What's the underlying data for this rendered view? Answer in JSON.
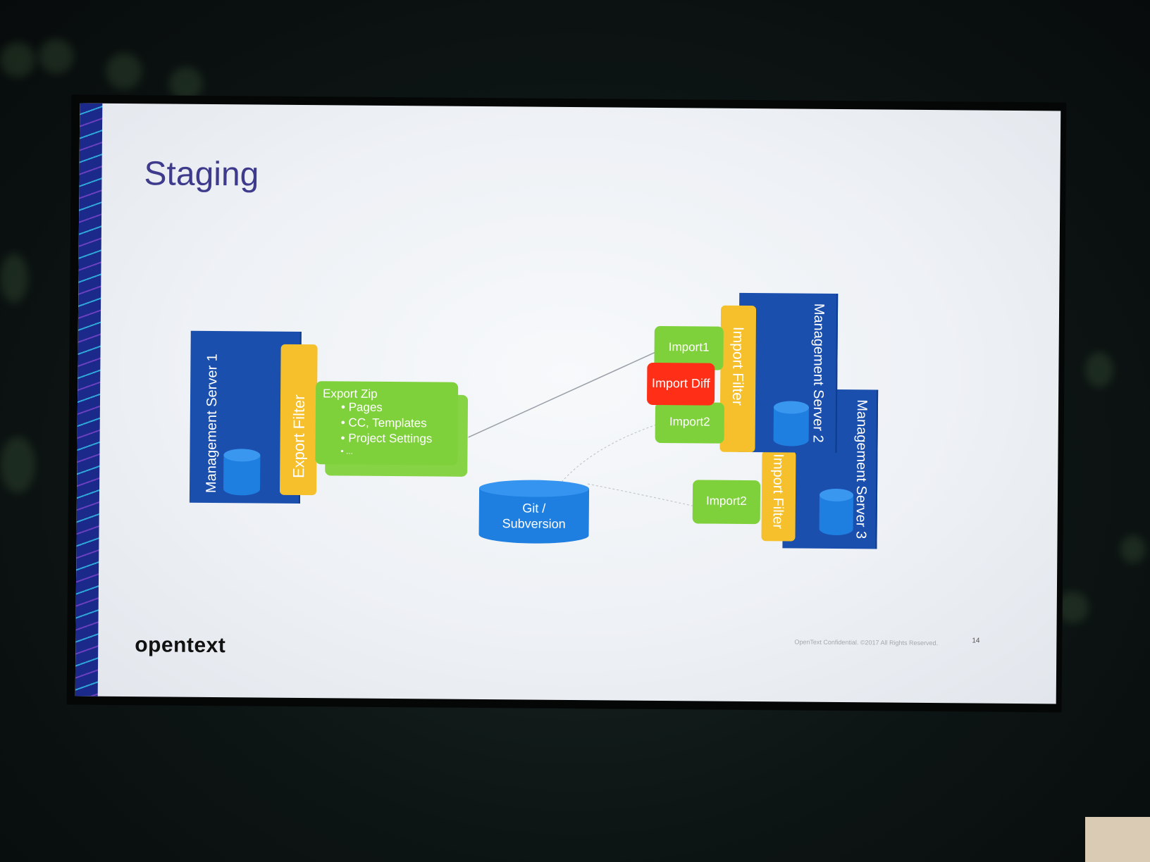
{
  "slide": {
    "title": "Staging",
    "logo": "opentext",
    "footer_note": "OpenText Confidential. ©2017 All Rights Reserved.",
    "page_number": "14"
  },
  "left": {
    "server_label": "Management Server 1",
    "filter_label": "Export Filter"
  },
  "export_zip": {
    "title": "Export Zip",
    "items": [
      "Pages",
      "CC, Templates",
      "Project Settings",
      "..."
    ]
  },
  "repository": {
    "line1": "Git /",
    "line2": "Subversion"
  },
  "right": {
    "server2_label": "Management Server 2",
    "server3_label": "Management Server 3",
    "import_filter_label": "Import Filter",
    "import_filter3_label": "Import Filter",
    "import1": "Import1",
    "import_diff": "Import Diff",
    "import2": "Import2",
    "import2b": "Import2"
  },
  "colors": {
    "title": "#3e3a8c",
    "server_blue": "#1a4fae",
    "filter_yellow": "#f5c02c",
    "box_green": "#7fd13b",
    "diff_red": "#ff2e17",
    "db_blue": "#1e7fe0"
  }
}
